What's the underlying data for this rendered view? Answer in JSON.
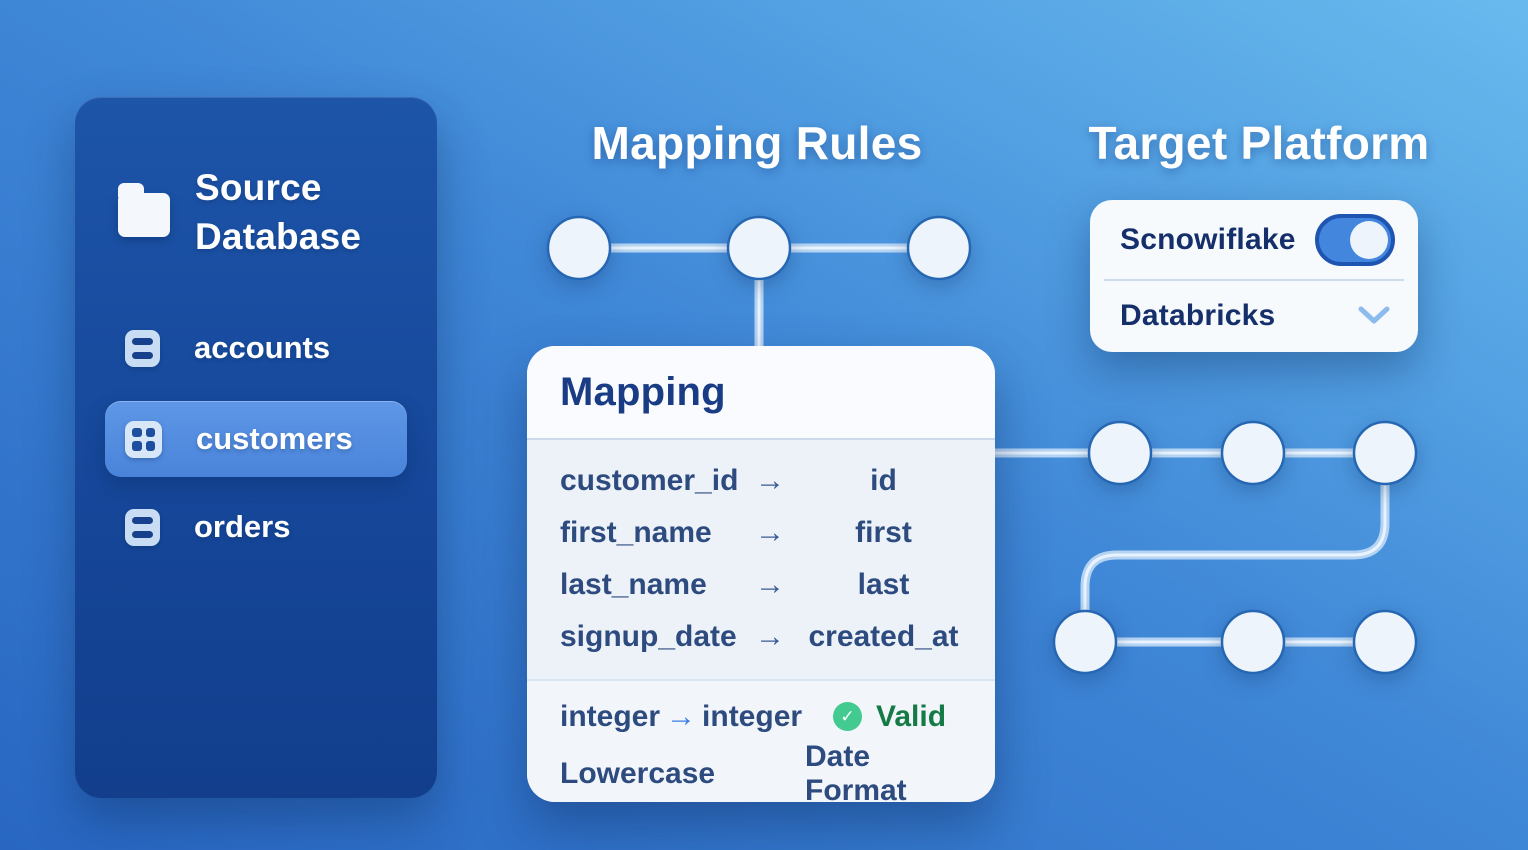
{
  "colors": {
    "background_from": "#2866c2",
    "background_to": "#68baee",
    "sidebar_bg": "#16479a",
    "active_item_bg": "#4f89dd",
    "card_bg": "#edf2f9",
    "card_title_text": "#1a3c85",
    "row_text": "#2d4b7e",
    "valid_green": "#157a45",
    "check_circle_green": "#42ca90",
    "footer_arrow_blue": "#3b7de2",
    "toggle_track": "#4286dd",
    "toggle_border": "#1e55b2",
    "node_stroke": "#2667b4",
    "connector_line": "#b5d4f3"
  },
  "sidebar": {
    "title": "Source Database",
    "icon": "folder-icon",
    "items": [
      {
        "label": "accounts",
        "icon": "table-rows-icon",
        "active": false
      },
      {
        "label": "customers",
        "icon": "table-grid-icon",
        "active": true
      },
      {
        "label": "orders",
        "icon": "table-rows-icon",
        "active": false
      }
    ]
  },
  "mapping_rules": {
    "title": "Mapping Rules",
    "card": {
      "title": "Mapping",
      "rows": [
        {
          "source": "customer_id",
          "arrow": "→",
          "target": "id"
        },
        {
          "source": "first_name",
          "arrow": "→",
          "target": "first"
        },
        {
          "source": "last_name",
          "arrow": "→",
          "target": "last"
        },
        {
          "source": "signup_date",
          "arrow": "→",
          "target": "created_at"
        }
      ],
      "footer": {
        "type_source": "integer",
        "type_arrow": "→",
        "type_target": "integer",
        "status_icon": "✓",
        "status_label": "Valid",
        "transform_left": "Lowercase",
        "transform_right": "Date Format"
      }
    }
  },
  "target_platform": {
    "title": "Target Platform",
    "options": [
      {
        "label": "Scnowiflake",
        "control": "toggle",
        "state": "on"
      },
      {
        "label": "Databricks",
        "control": "dropdown",
        "icon": "chevron-down-icon"
      }
    ]
  }
}
